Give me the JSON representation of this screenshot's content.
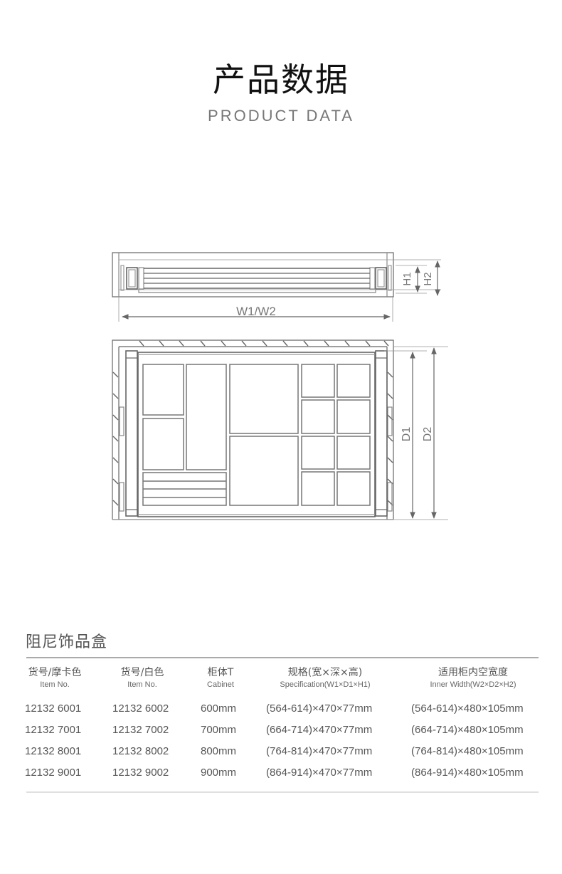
{
  "header": {
    "title_zh": "产品数据",
    "title_en": "PRODUCT DATA"
  },
  "drawing": {
    "front_view": {
      "width_label": "W1/W2",
      "h1_label": "H1",
      "h2_label": "H2"
    },
    "top_view": {
      "d1_label": "D1",
      "d2_label": "D2"
    },
    "line_color": "#666666"
  },
  "product": {
    "section_title": "阻尼饰品盒",
    "columns": [
      {
        "zh": "货号/摩卡色",
        "en": "Item No."
      },
      {
        "zh": "货号/白色",
        "en": "Item No."
      },
      {
        "zh": "柜体T",
        "en": "Cabinet"
      },
      {
        "zh": "规格(宽×深×高)",
        "en": "Specification(W1×D1×H1)"
      },
      {
        "zh": "适用柜内空宽度",
        "en": "Inner Width(W2×D2×H2)"
      }
    ],
    "rows": [
      {
        "mocha": "12132 6001",
        "white": "12132 6002",
        "cabinet": "600mm",
        "spec": "(564-614)×470×77mm",
        "inner": "(564-614)×480×105mm"
      },
      {
        "mocha": "12132 7001",
        "white": "12132 7002",
        "cabinet": "700mm",
        "spec": "(664-714)×470×77mm",
        "inner": "(664-714)×480×105mm"
      },
      {
        "mocha": "12132 8001",
        "white": "12132 8002",
        "cabinet": "800mm",
        "spec": "(764-814)×470×77mm",
        "inner": "(764-814)×480×105mm"
      },
      {
        "mocha": "12132 9001",
        "white": "12132 9002",
        "cabinet": "900mm",
        "spec": "(864-914)×470×77mm",
        "inner": "(864-914)×480×105mm"
      }
    ]
  }
}
